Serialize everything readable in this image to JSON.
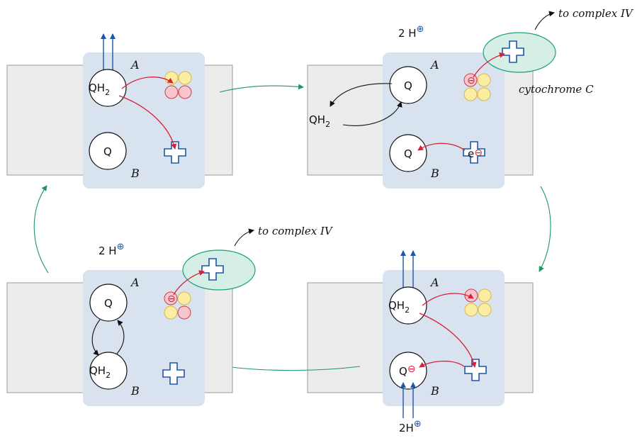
{
  "labels": {
    "qh2": "QH",
    "sub2": "2",
    "q": "Q",
    "site_a": "A",
    "site_b": "B",
    "protons_2h": "2 H",
    "protons_2h_tight": "2H",
    "h_plus": "⊕",
    "minus": "⊖",
    "electron": "e",
    "to_complex_iv": "to complex IV",
    "cytochrome_c": "cytochrome C"
  },
  "colors": {
    "electron_arrow": "#d8203a",
    "cycle_arrow": "#1a9960",
    "proton_arrow": "#1f56a6",
    "complex_bg": "#d8e3ef",
    "membrane": "#ececec",
    "cytochrome": "#d5efe6"
  }
}
